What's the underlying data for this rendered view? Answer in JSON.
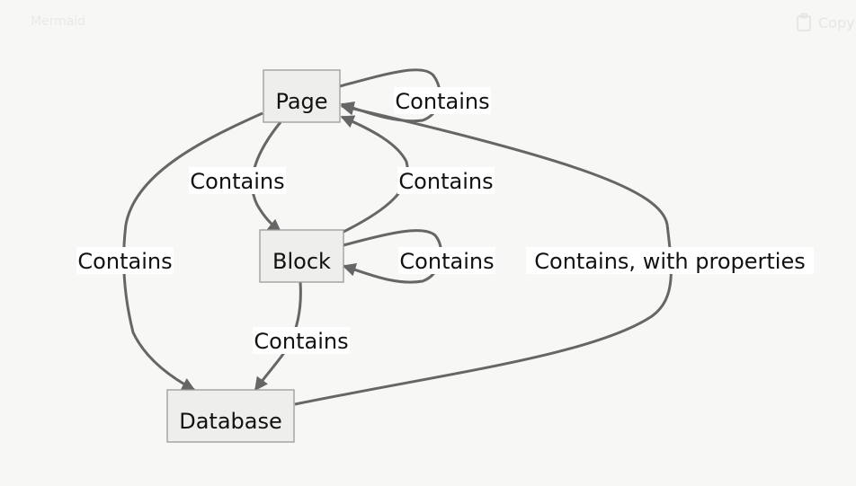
{
  "toolbar": {
    "language_label": "Mermaid",
    "copy_label": "Copy",
    "copy_icon": "clipboard-icon"
  },
  "diagram": {
    "nodes": {
      "page": "Page",
      "block": "Block",
      "database": "Database"
    },
    "edges": {
      "page_self": "Contains",
      "page_block": "Contains",
      "block_page": "Contains",
      "block_self": "Contains",
      "page_database": "Contains",
      "block_database": "Contains",
      "database_page": "Contains, with properties"
    }
  }
}
